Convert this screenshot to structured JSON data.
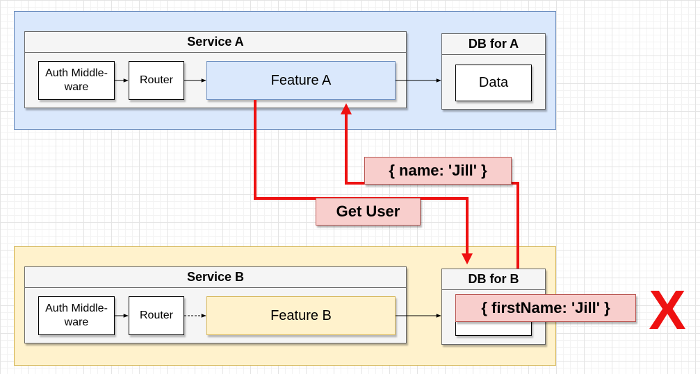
{
  "service_a": {
    "title": "Service A",
    "auth": "Auth Middle-\nware",
    "router": "Router",
    "feature": "Feature A"
  },
  "db_a": {
    "title": "DB for A",
    "data": "Data"
  },
  "service_b": {
    "title": "Service B",
    "auth": "Auth Middle-\nware",
    "router": "Router",
    "feature": "Feature B"
  },
  "db_b": {
    "title": "DB for B"
  },
  "messages": {
    "response": "{ name: 'Jill' }",
    "request": "Get User",
    "stored": "{ firstName: 'Jill' }"
  },
  "reject_mark": "X",
  "colors": {
    "service_a_zone": "#dae8fc",
    "service_b_zone": "#fff2cc",
    "message_fill": "#f8cecc",
    "flow_arrow": "#ee1111",
    "reject_mark": "#ee1111"
  }
}
